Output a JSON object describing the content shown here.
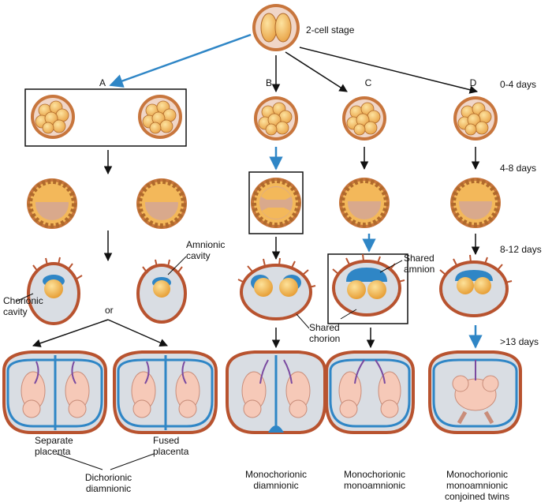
{
  "stage_label": "2-cell stage",
  "columns": {
    "a": "A",
    "b": "B",
    "c": "C",
    "d": "D"
  },
  "times": {
    "t1": "0-4 days",
    "t2": "4-8 days",
    "t3": "8-12 days",
    "t4": ">13 days"
  },
  "annotations": {
    "amnionic_cavity": "Amnionic\ncavity",
    "chorionic_cavity": "Chorionic\ncavity",
    "or": "or",
    "shared_amnion": "Shared\namnion",
    "shared_chorion": "Shared\nchorion",
    "separate_placenta": "Separate\nplacenta",
    "fused_placenta": "Fused\nplacenta"
  },
  "types": {
    "dichorionic": "Dichorionic\ndiamnionic",
    "mono_di": "Monochorionic\ndiamnionic",
    "mono_mono": "Monochorionic\nmonoamnionic",
    "conjoined": "Monochorionic\nmonoamnionic\nconjoined twins"
  },
  "colors": {
    "blue_arrow": "#2f86c6",
    "black_arrow": "#111111",
    "zona": "#c8763d",
    "cell": "#f3b85a",
    "chorion": "#b8532f",
    "cavity": "#d9dde3",
    "amnion": "#2f86c6",
    "embryo": "#f6c9b8"
  }
}
